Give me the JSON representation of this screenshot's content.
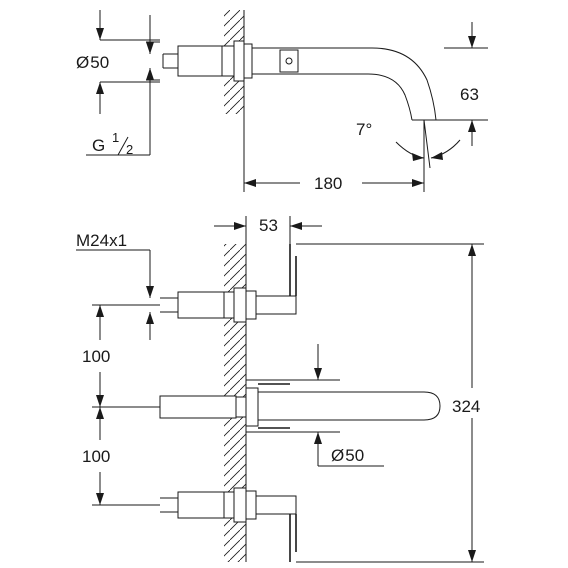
{
  "views": {
    "side": {
      "diameter_label": "Ø50",
      "diameter_symbol": "Ø",
      "diameter_value": "50",
      "thread_label": "G 1/2",
      "thread_g": "G",
      "thread_num": "1",
      "thread_den": "2",
      "height_label": "63",
      "angle_label": "7°",
      "depth_label": "180"
    },
    "front": {
      "wall_offset_label": "53",
      "thread_label": "M24x1",
      "spacing_upper_label": "100",
      "spacing_lower_label": "100",
      "spout_diameter_label": "Ø50",
      "spout_diameter_symbol": "Ø",
      "spout_diameter_value": "50",
      "overall_width_label": "324"
    }
  }
}
